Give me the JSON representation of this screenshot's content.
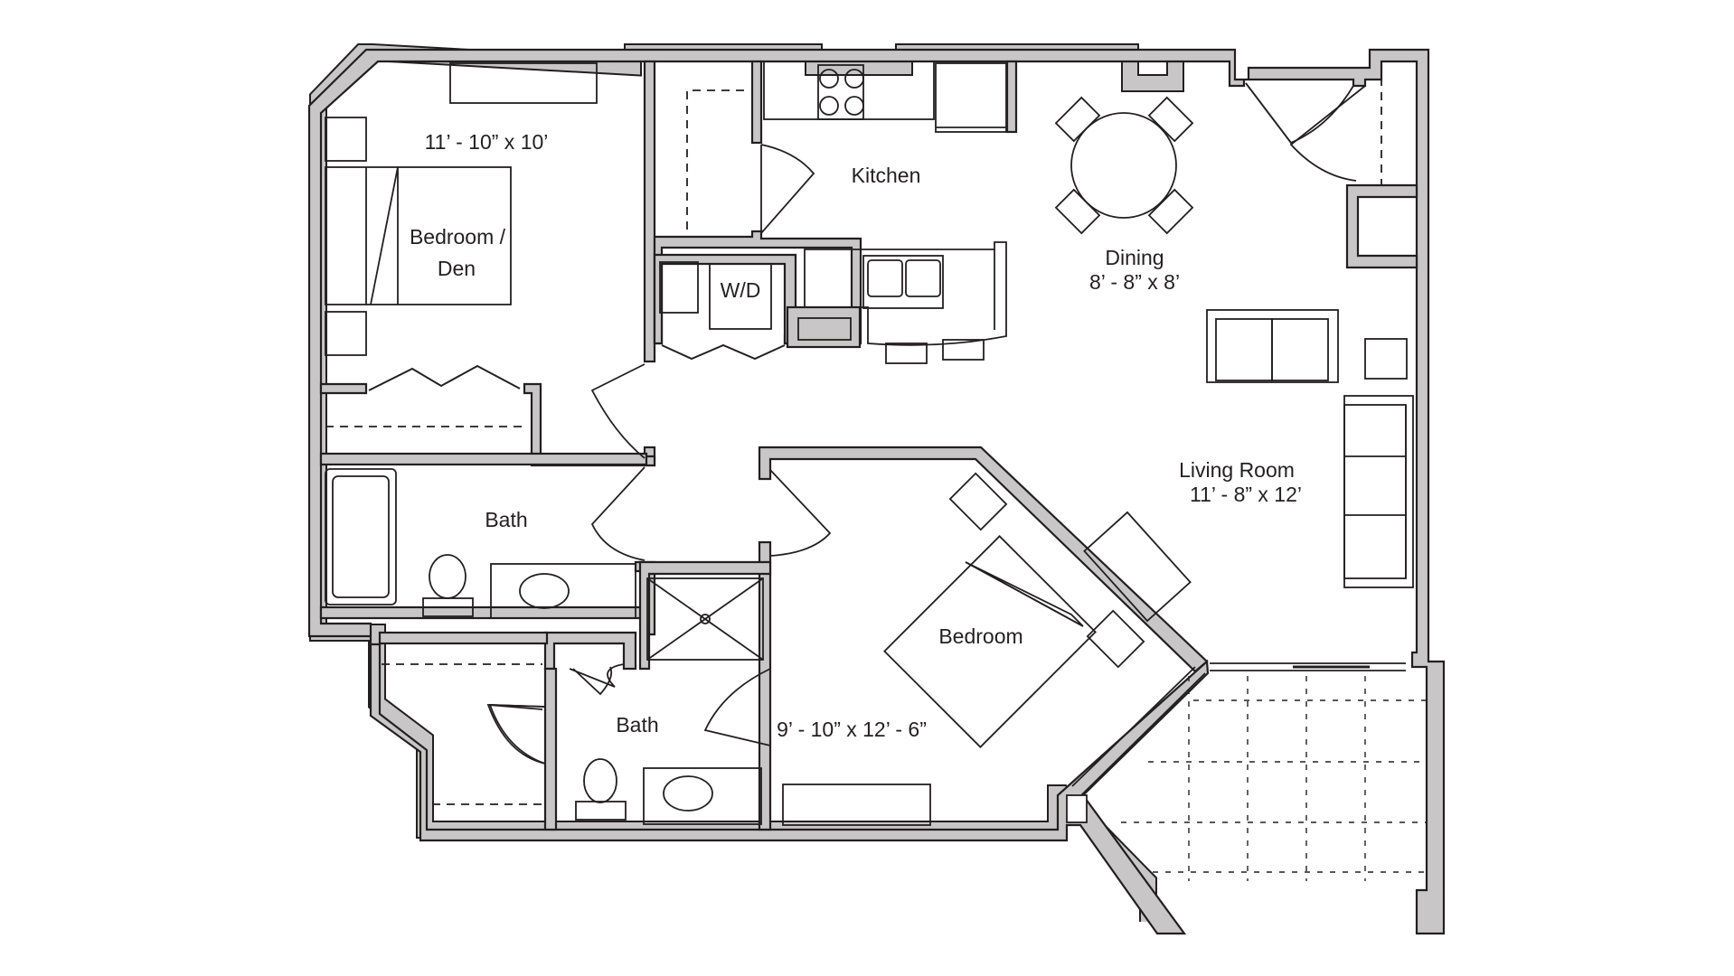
{
  "rooms": {
    "bedroom_den": {
      "name_line1": "Bedroom /",
      "name_line2": "Den",
      "dimensions": "11’ - 10” x 10’"
    },
    "kitchen": {
      "name": "Kitchen"
    },
    "dining": {
      "name": "Dining",
      "dimensions": "8’ - 8” x 8’"
    },
    "living_room": {
      "name": "Living Room",
      "dimensions": "11’ - 8” x 12’"
    },
    "laundry": {
      "name": "W/D"
    },
    "bath_1": {
      "name": "Bath"
    },
    "bath_2": {
      "name": "Bath"
    },
    "bedroom": {
      "name": "Bedroom",
      "dimensions": "9’ - 10” x 12’ - 6”"
    }
  },
  "colors": {
    "wall_fill": "#c8c6c6",
    "line": "#231f20",
    "background": "#ffffff"
  }
}
